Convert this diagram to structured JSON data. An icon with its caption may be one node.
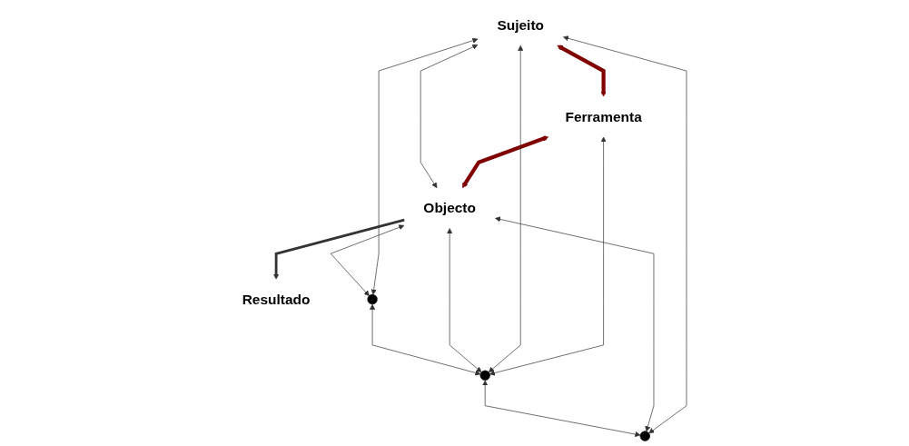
{
  "diagram": {
    "nodes": [
      {
        "text": [
          "Ferramenta"
        ]
      },
      {
        "text": [
          "Sujeito"
        ]
      },
      {
        "text": [
          "Objecto"
        ]
      },
      {
        "text": [
          "Resultado"
        ]
      },
      {
        "text": [],
        "shape": "circle"
      },
      {
        "text": [],
        "shape": "circle"
      },
      {
        "text": [],
        "shape": "circle"
      }
    ],
    "edges": [
      {
        "from": 1,
        "to": 0,
        "arrow": "both",
        "style": "thick",
        "color": "#800000"
      },
      {
        "from": 0,
        "to": 2,
        "arrow": "both",
        "style": "thick",
        "color": "#800000"
      },
      {
        "from": 0,
        "to": 5,
        "arrow": "both"
      },
      {
        "from": 1,
        "to": 2,
        "arrow": "both"
      },
      {
        "from": 1,
        "to": 4,
        "arrow": "both"
      },
      {
        "from": 1,
        "to": 5,
        "arrow": "both"
      },
      {
        "from": 1,
        "to": 6,
        "arrow": "both"
      },
      {
        "from": 2,
        "to": 4,
        "arrow": "both"
      },
      {
        "from": 2,
        "to": 5,
        "arrow": "both"
      },
      {
        "from": 2,
        "to": 6,
        "arrow": "both"
      },
      {
        "from": 4,
        "to": 5,
        "arrow": "both"
      },
      {
        "from": 5,
        "to": 6,
        "arrow": "both"
      },
      {
        "from": 2,
        "to": 3,
        "arrow": "to",
        "style": "thick"
      }
    ]
  }
}
